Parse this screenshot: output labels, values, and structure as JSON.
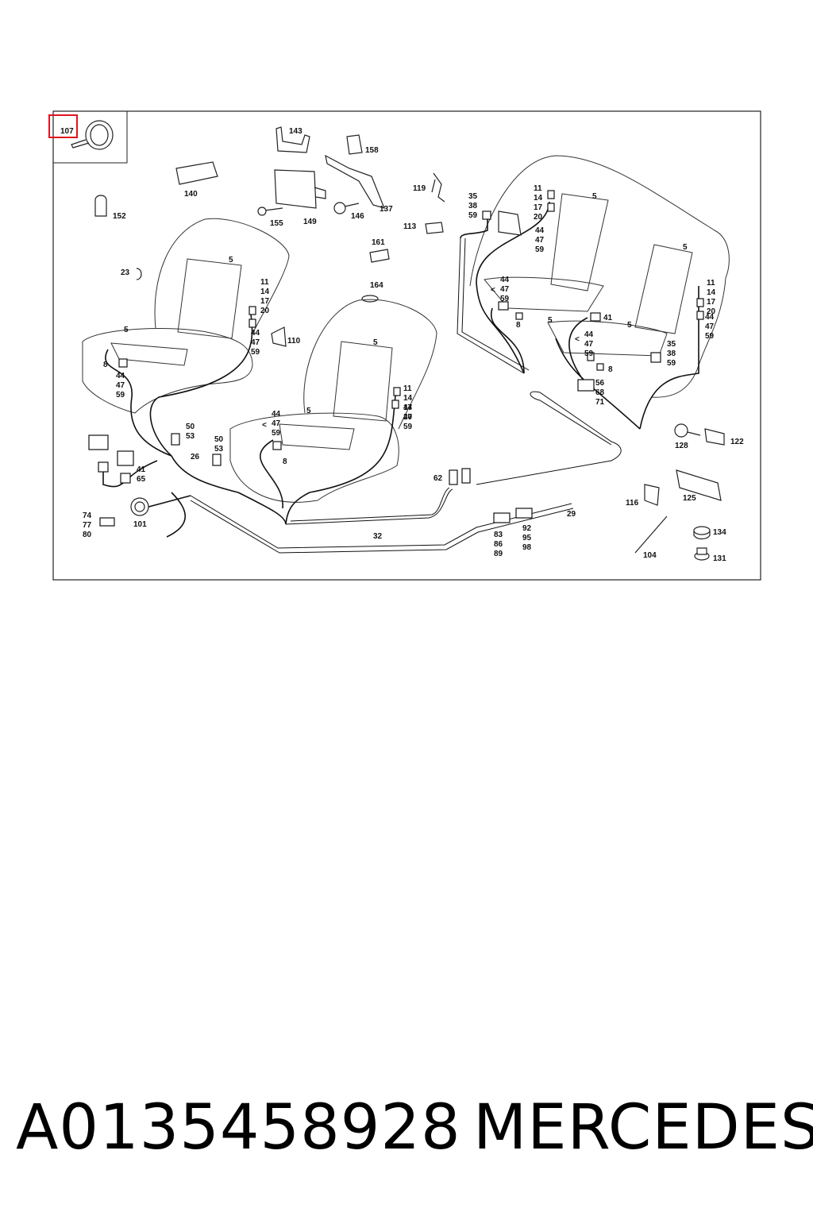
{
  "diagram": {
    "highlight_color": "#e0141e",
    "highlighted_callout": "107",
    "callouts": {
      "c107": "107",
      "c143": "143",
      "c158": "158",
      "c140": "140",
      "c137": "137",
      "c146": "146",
      "c149": "149",
      "c155": "155",
      "c152": "152",
      "c119": "119",
      "c113": "113",
      "c161": "161",
      "c164": "164",
      "c23": "23",
      "c110": "110",
      "c8a": "8",
      "c8b": "8",
      "c8c": "8",
      "c8d": "8",
      "c5a": "5",
      "c5b": "5",
      "c5c": "5",
      "c5d": "5",
      "c5e": "5",
      "c5f": "5",
      "c5g": "5",
      "c5h": "5",
      "c41a": "41",
      "c26": "26",
      "c62": "62",
      "c29": "29",
      "c32": "32",
      "c101": "101",
      "c116": "116",
      "c125": "125",
      "c128": "128",
      "c122": "122",
      "c134": "134",
      "c131": "131",
      "c104": "104",
      "c41b": "41",
      "c65": "65",
      "lt": "<"
    },
    "stacks": {
      "s11a": [
        "11",
        "14",
        "17",
        "20"
      ],
      "s44a": [
        "44",
        "47",
        "59"
      ],
      "s44b": [
        "44",
        "47",
        "59"
      ],
      "s50a": [
        "50",
        "53"
      ],
      "s50b": [
        "50",
        "53"
      ],
      "s11b": [
        "11",
        "14",
        "17",
        "20"
      ],
      "s44c": [
        "44",
        "47",
        "59"
      ],
      "s44d": [
        "44",
        "47",
        "59"
      ],
      "s35a": [
        "35",
        "38",
        "59"
      ],
      "s11c": [
        "11",
        "14",
        "17",
        "20"
      ],
      "s44e": [
        "44",
        "47",
        "59"
      ],
      "s44f": [
        "44",
        "47",
        "59"
      ],
      "s11d": [
        "11",
        "14",
        "17",
        "20"
      ],
      "s44g": [
        "44",
        "47",
        "59"
      ],
      "s35b": [
        "35",
        "38",
        "59"
      ],
      "s56": [
        "56",
        "68",
        "71"
      ],
      "s74": [
        "74",
        "77",
        "80"
      ],
      "s83": [
        "83",
        "86",
        "89"
      ],
      "s92": [
        "92",
        "95",
        "98"
      ]
    }
  },
  "caption": {
    "part_number": "A0135458928",
    "brand": "MERCEDES"
  }
}
